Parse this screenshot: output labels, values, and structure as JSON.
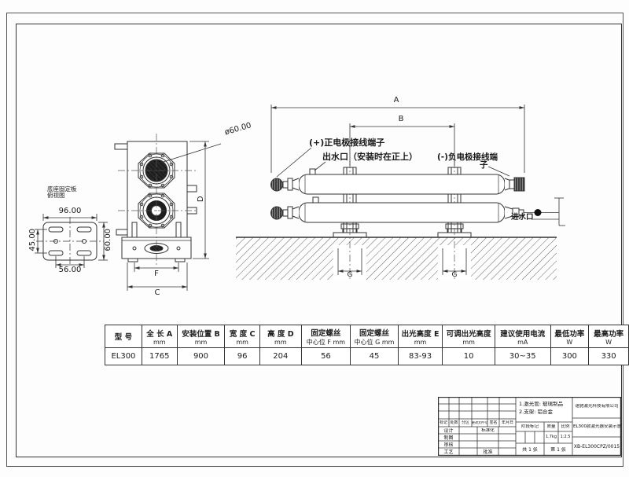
{
  "annotations": {
    "plate_caption_line1": "底座固定板",
    "plate_caption_line2": "俯视图",
    "dim_plate_width": "96.00",
    "dim_plate_holes": "56.00",
    "dim_plate_left": "45.00",
    "dim_plate_height": "60.00",
    "dia_label": "ø60.00",
    "dim_total_length": "A",
    "dim_mount_pos": "B",
    "dim_width": "C",
    "dim_height": "D",
    "dim_screw_f": "F",
    "dim_screw_g": "G",
    "anode_label": "(+)正电极接线端子",
    "outlet_label": "出水口（安装时在正上）",
    "cathode_label_line1": "(-)负电极接线端",
    "cathode_label_line2": "子",
    "inlet_label": "进水口"
  },
  "spec_table": {
    "columns": [
      {
        "title": "型 号",
        "unit": "",
        "value": "EL300"
      },
      {
        "title": "全 长 A",
        "unit": "mm",
        "value": "1765"
      },
      {
        "title": "安装位置 B",
        "unit": "mm",
        "value": "900"
      },
      {
        "title": "宽 度 C",
        "unit": "mm",
        "value": "96"
      },
      {
        "title": "高 度 D",
        "unit": "mm",
        "value": "204"
      },
      {
        "title": "固定螺丝",
        "unit": "中心位 F mm",
        "value": "56"
      },
      {
        "title": "固定螺丝",
        "unit": "中心位 G mm",
        "value": "45"
      },
      {
        "title": "出光高度 E",
        "unit": "mm",
        "value": "83-93"
      },
      {
        "title": "可调出光高度",
        "unit": "mm",
        "value": "10"
      },
      {
        "title": "建议使用电流",
        "unit": "mA",
        "value": "30~35"
      },
      {
        "title": "最低功率",
        "unit": "W",
        "value": "300"
      },
      {
        "title": "最高功率",
        "unit": "W",
        "value": "330"
      }
    ]
  },
  "title_block": {
    "notes_line1": "1.激光管: 玻璃制品",
    "notes_line2": "2.支架: 铝合金",
    "company": "速驰激光科技有限公司",
    "drawing_title": "EL300款激光器安装示意图",
    "drawing_number": "XB-EL300CPZ/0015",
    "col_mark": "标记",
    "col_count": "处数",
    "col_zone": "分区",
    "col_change_file": "更改文件号",
    "col_sign": "签名",
    "col_date": "年月日",
    "row_design": "设计",
    "row_draft": "制图",
    "row_check": "审核",
    "row_process": "工艺",
    "std_label": "标准化",
    "approve_label": "批准",
    "stage_label": "阶段标记",
    "weight_label": "质量",
    "scale_label": "比例",
    "weight_value": "1.7kg",
    "scale_value": "1:2.5",
    "sheet_total": "共 1 张",
    "sheet_no": "第 1 张"
  }
}
